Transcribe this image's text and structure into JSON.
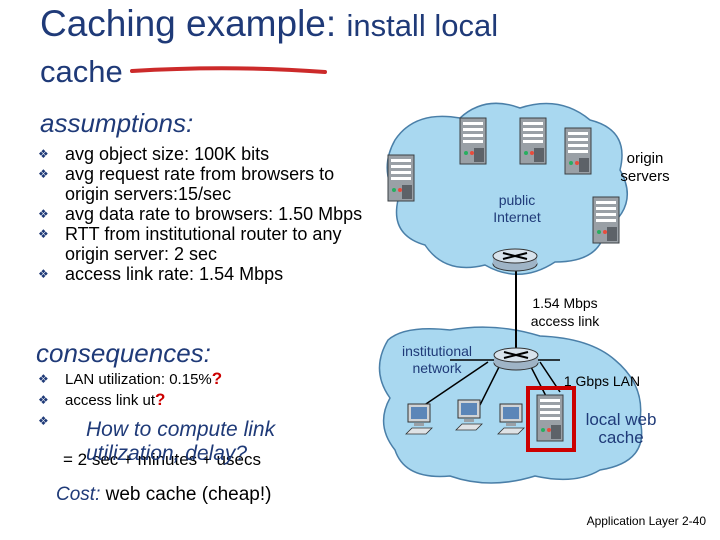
{
  "slide": {
    "title_main": "Caching example:",
    "title_rest": "install local",
    "title_line2": "cache",
    "assumptions_heading": "assumptions:",
    "assumptions": [
      "avg object size: 100K bits",
      "avg request rate from browsers to origin servers:15/sec",
      "avg data rate to browsers: 1.50 Mbps",
      "RTT from institutional router to any origin server: 2 sec",
      "access link rate: 1.54 Mbps"
    ],
    "consequences_heading": "consequences:",
    "consequences": [
      {
        "text": "LAN utilization: 0.15%",
        "mark": "?"
      },
      {
        "text": "access link ut",
        "mark": "?"
      },
      {
        "text": "",
        "mark": ""
      }
    ],
    "question": "How to compute link utilization, delay?",
    "total_delay": "= 2 sec + minutes + usecs",
    "cost_label": "Cost:",
    "cost_text": "web cache (cheap!)",
    "footer_label": "Application Layer",
    "footer_page": "2-40"
  },
  "diagram": {
    "origin_servers_label": "origin servers",
    "public_internet_label": "public Internet",
    "access_link_label": "1.54 Mbps access link",
    "institutional_label": "institutional network",
    "lan_label": "1 Gbps LAN",
    "local_cache_label": "local web cache"
  },
  "colors": {
    "title": "#1f3a78",
    "network_fill": "#a9d8f0",
    "highlight": "#cc0000",
    "underline": "#cc2a2a"
  }
}
